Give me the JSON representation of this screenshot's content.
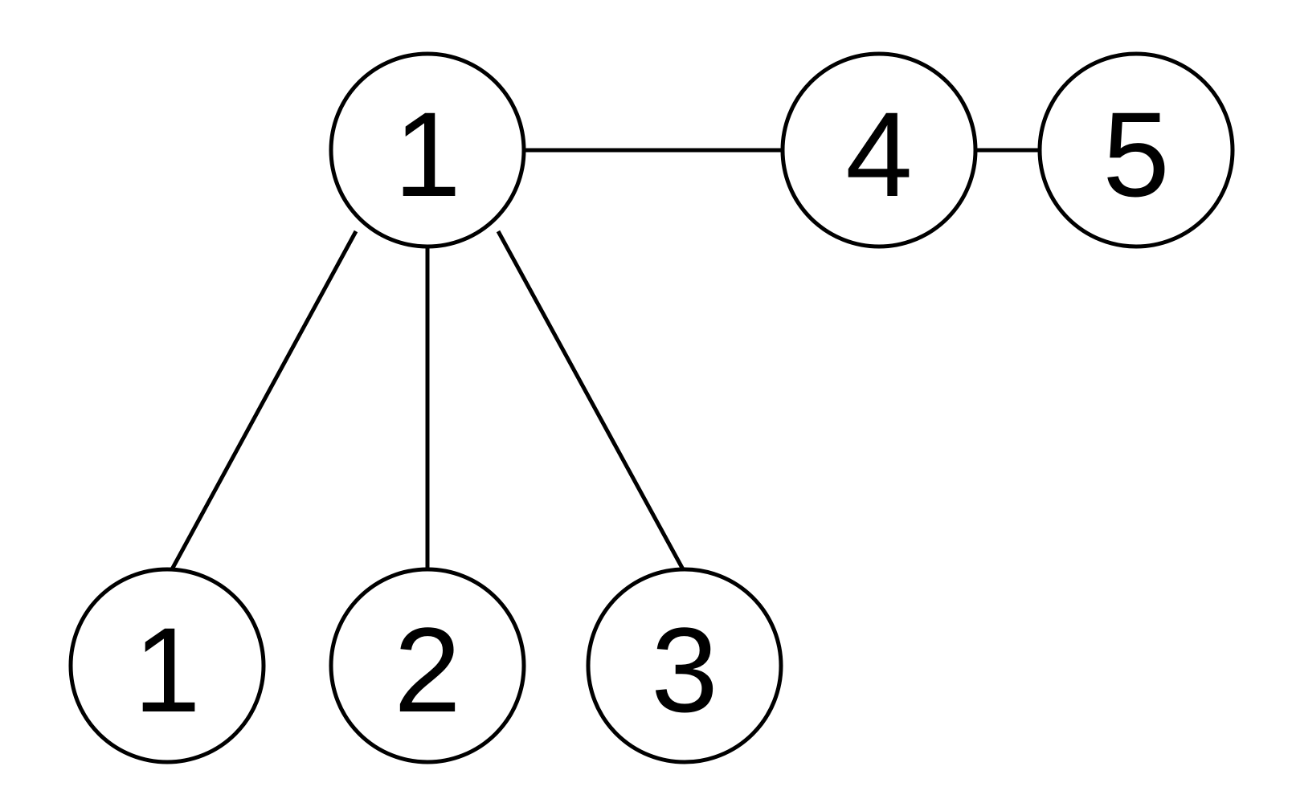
{
  "diagram": {
    "nodes": [
      {
        "id": "root",
        "label": "1"
      },
      {
        "id": "n4",
        "label": "4"
      },
      {
        "id": "n5",
        "label": "5"
      },
      {
        "id": "c1",
        "label": "1"
      },
      {
        "id": "c2",
        "label": "2"
      },
      {
        "id": "c3",
        "label": "3"
      }
    ],
    "edges": [
      {
        "from": "root",
        "to": "n4"
      },
      {
        "from": "n4",
        "to": "n5"
      },
      {
        "from": "root",
        "to": "c1"
      },
      {
        "from": "root",
        "to": "c2"
      },
      {
        "from": "root",
        "to": "c3"
      }
    ],
    "colors": {
      "stroke": "#000000",
      "fill": "#ffffff",
      "background": "#ffffff"
    }
  }
}
